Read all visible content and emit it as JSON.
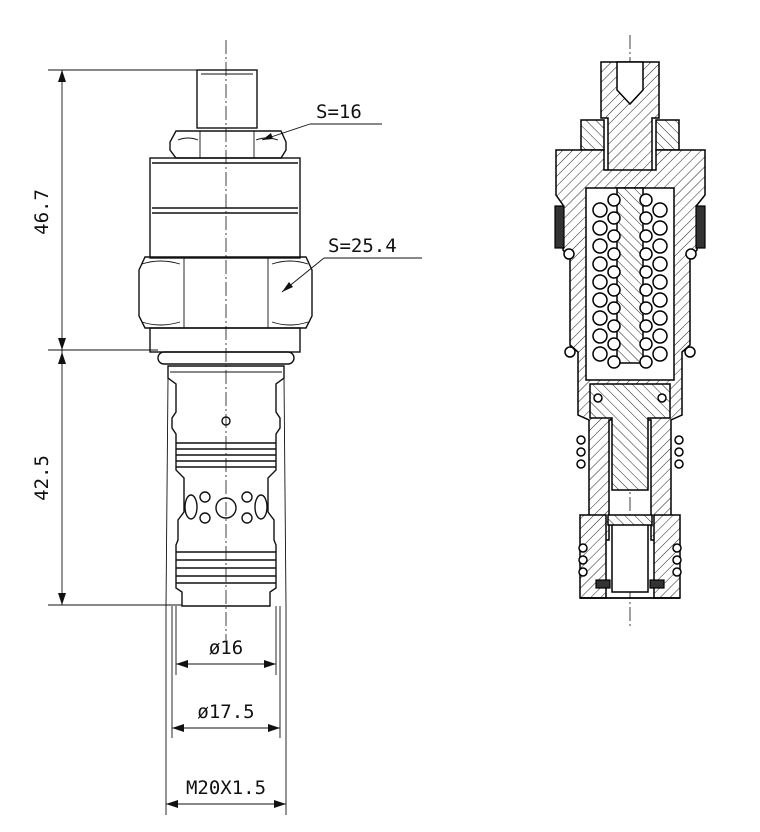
{
  "dimensions": {
    "height_upper": "46.7",
    "height_lower": "42.5",
    "hex_small": "S=16",
    "hex_large": "S=25.4",
    "diameter_inner": "ø16",
    "diameter_outer": "ø17.5",
    "thread": "M20X1.5"
  }
}
